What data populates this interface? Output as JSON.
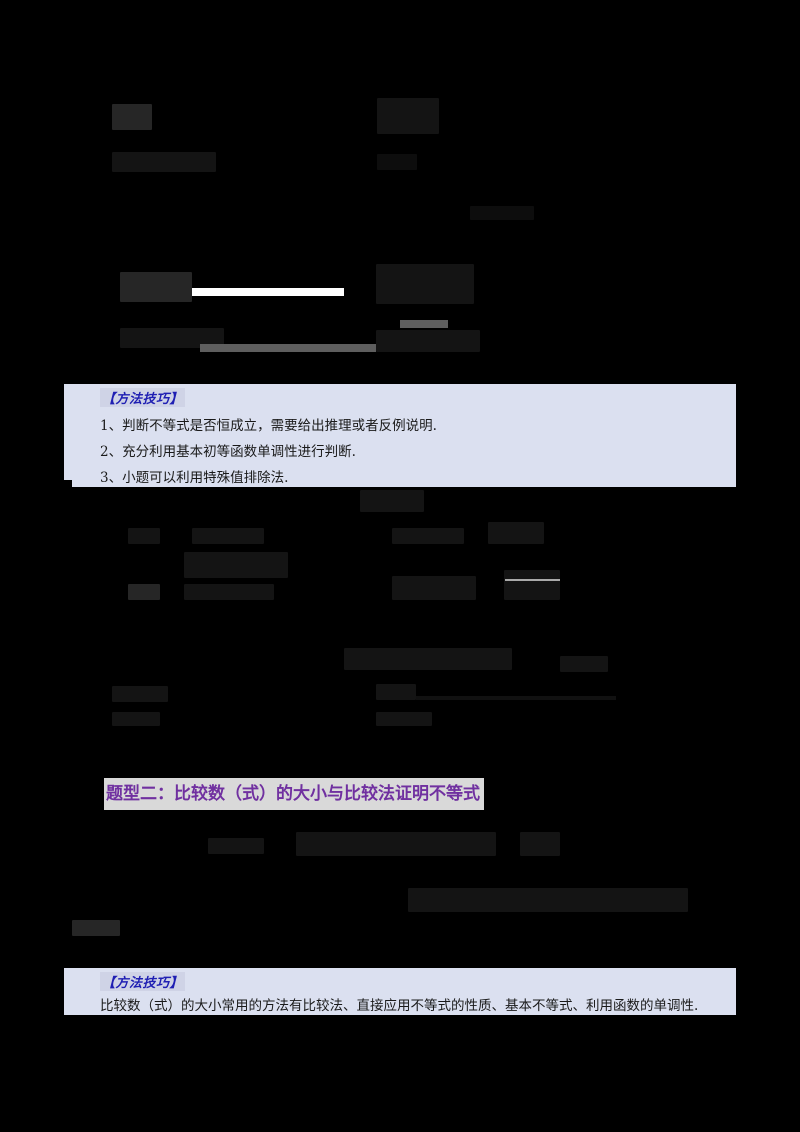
{
  "page": {
    "background": "#000000",
    "accent_colors": {
      "tip_box_bg": "#dbe0f0",
      "tip_title": "#1f1fb3",
      "heading_text": "#7030a0",
      "heading_bg": "#d9d9d9"
    }
  },
  "tip_box_1": {
    "title": "【方法技巧】",
    "lines": [
      "1、判断不等式是否恒成立，需要给出推理或者反例说明.",
      "2、充分利用基本初等函数单调性进行判断.",
      "3、小题可以利用特殊值排除法."
    ]
  },
  "section_heading": {
    "text": "题型二：比较数（式）的大小与比较法证明不等式"
  },
  "tip_box_2": {
    "title": "【方法技巧】",
    "lines": [
      "比较数（式）的大小常用的方法有比较法、直接应用不等式的性质、基本不等式、利用函数的单调性."
    ]
  },
  "illegible_fragments_note": "Formula regions rendered as unreadable dark noise; content not legible"
}
